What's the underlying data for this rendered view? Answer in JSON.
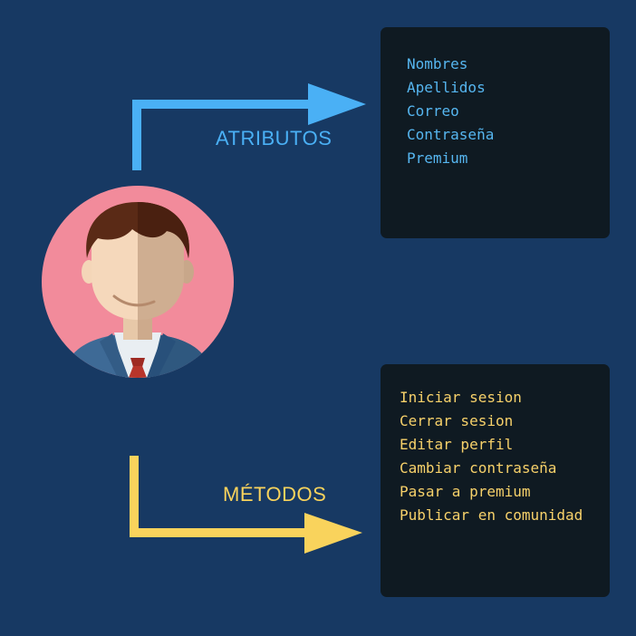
{
  "colors": {
    "background": "#173963",
    "attributes_accent": "#4ab0f5",
    "methods_accent": "#f9d35c",
    "panel_background": "#0f1a22",
    "avatar_circle": "#f28b9b"
  },
  "attributes": {
    "label": "ATRIBUTOS",
    "items": [
      "Nombres",
      "Apellidos",
      "Correo",
      "Contraseña",
      "Premium"
    ]
  },
  "methods": {
    "label": "MÉTODOS",
    "items": [
      "Iniciar sesion",
      "Cerrar sesion",
      "Editar perfil",
      "Cambiar contraseña",
      "Pasar a premium",
      "Publicar en comunidad"
    ]
  },
  "avatar": {
    "icon": "user-avatar-icon"
  }
}
